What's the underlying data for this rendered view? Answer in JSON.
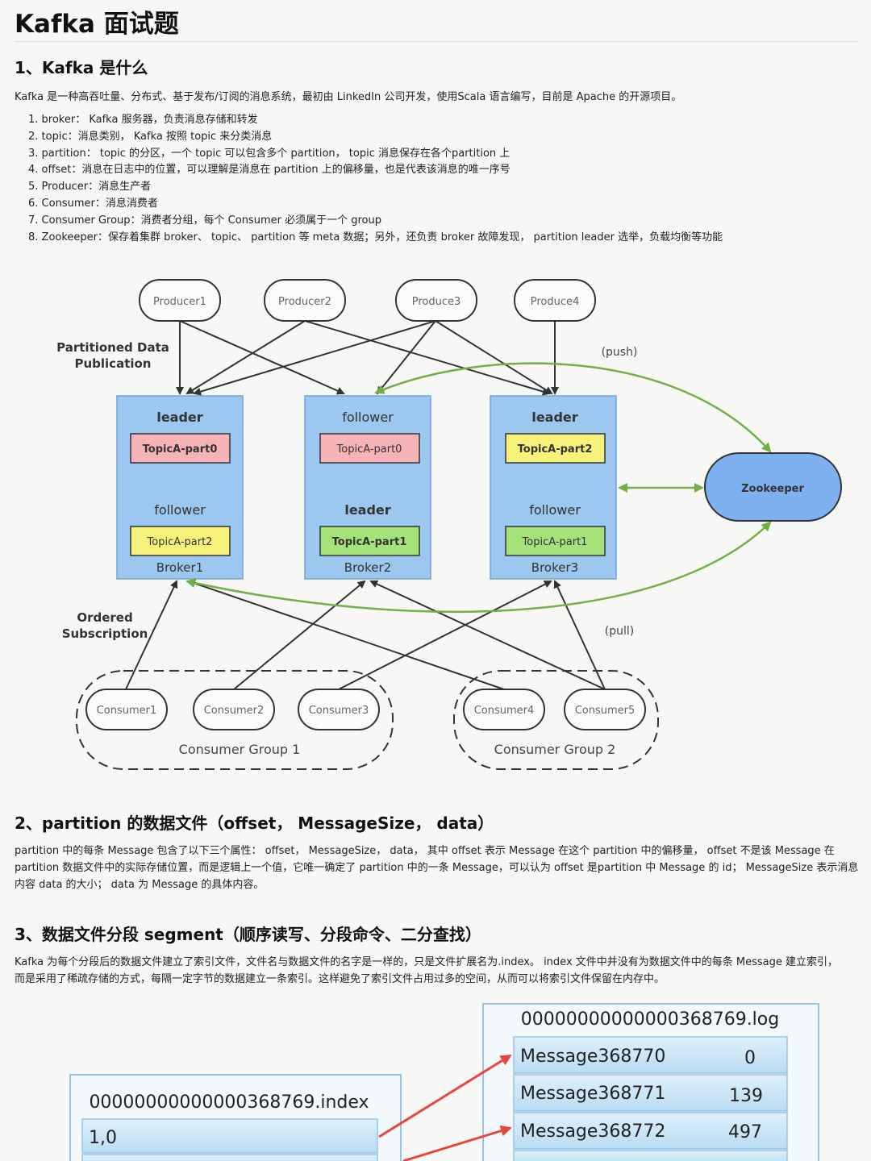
{
  "title": "Kafka 面试题",
  "section1": {
    "heading": "1、Kafka 是什么",
    "intro": "Kafka 是一种高吞吐量、分布式、基于发布/订阅的消息系统，最初由 LinkedIn 公司开发，使用Scala 语言编写，目前是 Apache 的开源项目。",
    "items": [
      "1. broker： Kafka 服务器，负责消息存储和转发",
      "2. topic：消息类别， Kafka 按照 topic 来分类消息",
      "3. partition： topic 的分区，一个 topic 可以包含多个 partition， topic 消息保存在各个partition 上",
      "4. offset：消息在日志中的位置，可以理解是消息在 partition 上的偏移量，也是代表该消息的唯一序号",
      "5. Producer：消息生产者",
      "6. Consumer：消息消费者",
      "7. Consumer Group：消费者分组，每个 Consumer 必须属于一个 group",
      "8. Zookeeper：保存着集群 broker、 topic、 partition 等 meta 数据；另外，还负责 broker 故障发现， partition leader 选举，负载均衡等功能"
    ]
  },
  "diagram": {
    "producers": [
      "Producer1",
      "Producer2",
      "Produce3",
      "Produce4"
    ],
    "label_publication_line1": "Partitioned Data",
    "label_publication_line2": "Publication",
    "label_push": "(push)",
    "label_pull": "(pull)",
    "label_subscription_line1": "Ordered",
    "label_subscription_line2": "Subscription",
    "zookeeper": "Zookeeper",
    "brokers": [
      {
        "name": "Broker1",
        "top_role": "leader",
        "top_part": "TopicA-part0",
        "bottom_role": "follower",
        "bottom_part": "TopicA-part2"
      },
      {
        "name": "Broker2",
        "top_role": "follower",
        "top_part": "TopicA-part0",
        "bottom_role": "leader",
        "bottom_part": "TopicA-part1"
      },
      {
        "name": "Broker3",
        "top_role": "leader",
        "top_part": "TopicA-part2",
        "bottom_role": "follower",
        "bottom_part": "TopicA-part1"
      }
    ],
    "consumers": [
      "Consumer1",
      "Consumer2",
      "Consumer3",
      "Consumer4",
      "Consumer5"
    ],
    "groups": [
      "Consumer Group 1",
      "Consumer Group 2"
    ],
    "colors": {
      "broker_fill": "#9cc7ef",
      "pink": "#f6b3b7",
      "yellow": "#f6f27a",
      "green": "#a6e27a",
      "zookeeper": "#7fb0ef",
      "arrow_green": "#72b046",
      "arrow_red": "#e8453c"
    }
  },
  "section2": {
    "heading": "2、partition 的数据文件（offset， MessageSize， data）",
    "body_lines": [
      "partition 中的每条 Message 包含了以下三个属性： offset， MessageSize， data， 其中 offset 表示 Message 在这个 partition 中的偏移量， offset 不是该 Message 在",
      "partition 数据文件中的实际存储位置，而是逻辑上一个值，它唯一确定了 partition 中的一条 Message，可以认为 offset 是partition 中 Message 的 id； MessageSize 表示消息",
      "内容 data 的大小； data 为 Message 的具体内容。"
    ]
  },
  "section3": {
    "heading": "3、数据文件分段 segment（顺序读写、分段命令、二分查找）",
    "body_lines": [
      "Kafka 为每个分段后的数据文件建立了索引文件，文件名与数据文件的名字是一样的，只是文件扩展名为.index。 index 文件中并没有为数据文件中的每条 Message 建立索引，",
      "而是采用了稀疏存储的方式，每隔一定字节的数据建立一条索引。这样避免了索引文件占用过多的空间，从而可以将索引文件保留在内存中。"
    ]
  },
  "segment": {
    "index_file": "00000000000000368769.index",
    "index_rows": [
      "1,0"
    ],
    "log_file": "00000000000000368769.log",
    "log_rows": [
      {
        "message": "Message368770",
        "pos": "0"
      },
      {
        "message": "Message368771",
        "pos": "139"
      },
      {
        "message": "Message368772",
        "pos": "497"
      }
    ]
  }
}
